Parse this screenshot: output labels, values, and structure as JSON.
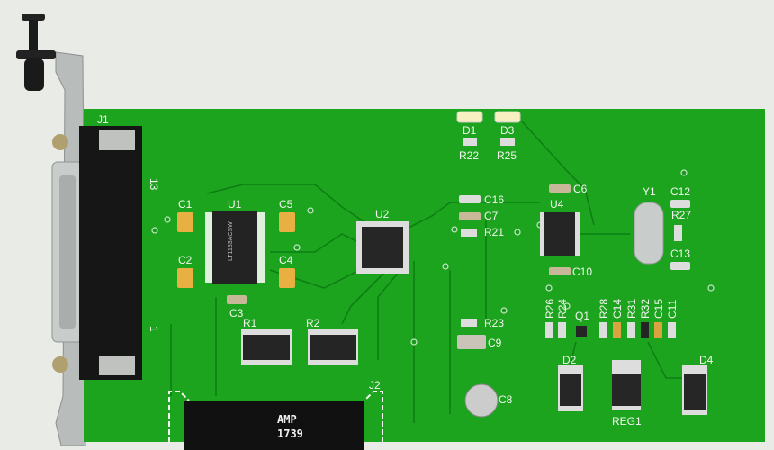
{
  "scene": {
    "subject": "printed-circuit-board",
    "colors": {
      "background": "#e9ebe6",
      "board": "#1da41f",
      "trace": "#0d7f12",
      "silkscreen": "#f4f6f0",
      "chip": "#222222",
      "capacitor": "#e8b040"
    }
  },
  "labels": {
    "J1": "J1",
    "J2": "J2",
    "pin13": "13",
    "pin1": "1",
    "U1": "U1",
    "U2": "U2",
    "U4": "U4",
    "C1": "C1",
    "C2": "C2",
    "C3": "C3",
    "C4": "C4",
    "C5": "C5",
    "C6": "C6",
    "C7": "C7",
    "C8": "C8",
    "C9": "C9",
    "C10": "C10",
    "C11": "C11",
    "C12": "C12",
    "C13": "C13",
    "C14": "C14",
    "C15": "C15",
    "C16": "C16",
    "R1": "R1",
    "R2": "R2",
    "R21": "R21",
    "R22": "R22",
    "R23": "R23",
    "R24": "R24",
    "R25": "R25",
    "R26": "R26",
    "R27": "R27",
    "R28": "R28",
    "R31": "R31",
    "R32": "R32",
    "D1": "D1",
    "D2": "D2",
    "D3": "D3",
    "D4": "D4",
    "Q1": "Q1",
    "Y1": "Y1",
    "REG1": "REG1"
  },
  "markings": {
    "u1_part": "LT1133ACSW",
    "j2_brand": "AMP",
    "j2_code": "1739"
  }
}
